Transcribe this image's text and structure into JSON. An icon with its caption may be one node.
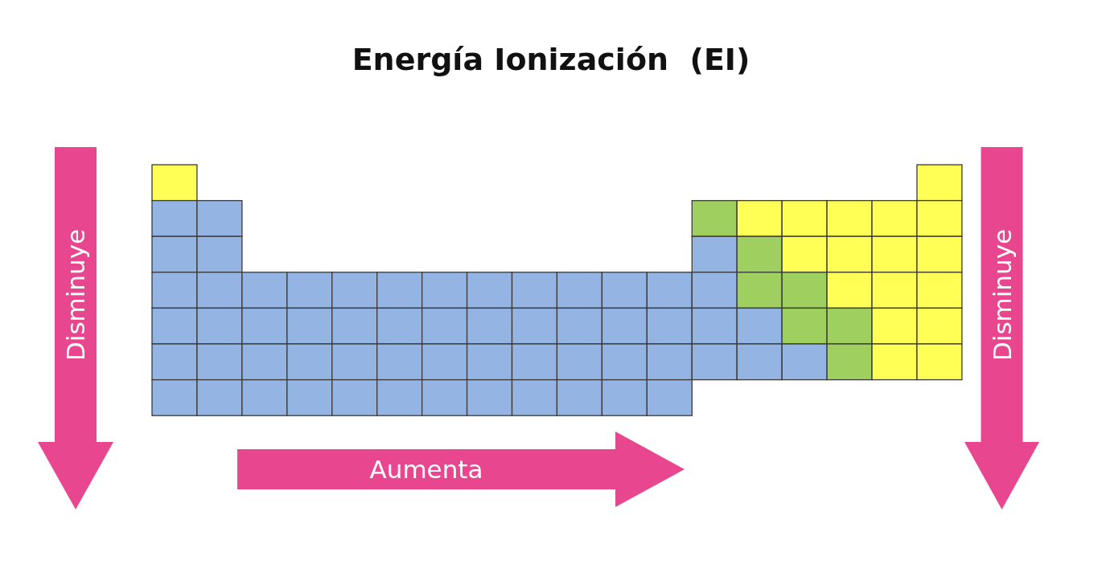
{
  "diagram": {
    "title": "Energía Ionización  (EI)",
    "nodes": [
      {
        "text": [
          "Disminuye"
        ]
      },
      {
        "text": [
          "Aumenta"
        ]
      },
      {
        "text": [
          "Disminuye"
        ]
      }
    ]
  }
}
